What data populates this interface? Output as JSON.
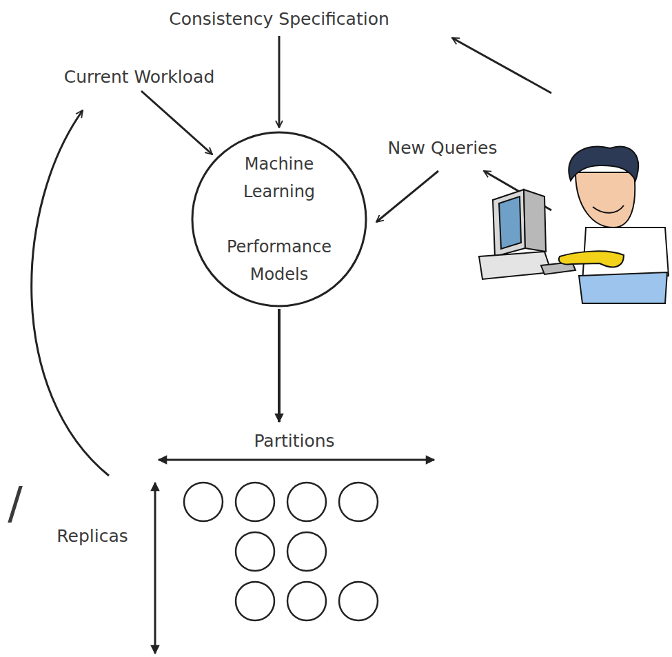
{
  "diagram": {
    "nodes": [
      {
        "text": [
          "Machine Learning",
          "Performance Models"
        ]
      }
    ],
    "labels": [
      "Consistency Specification",
      "Current Workload",
      "New Queries",
      "Partitions",
      "Replicas",
      "/"
    ]
  }
}
